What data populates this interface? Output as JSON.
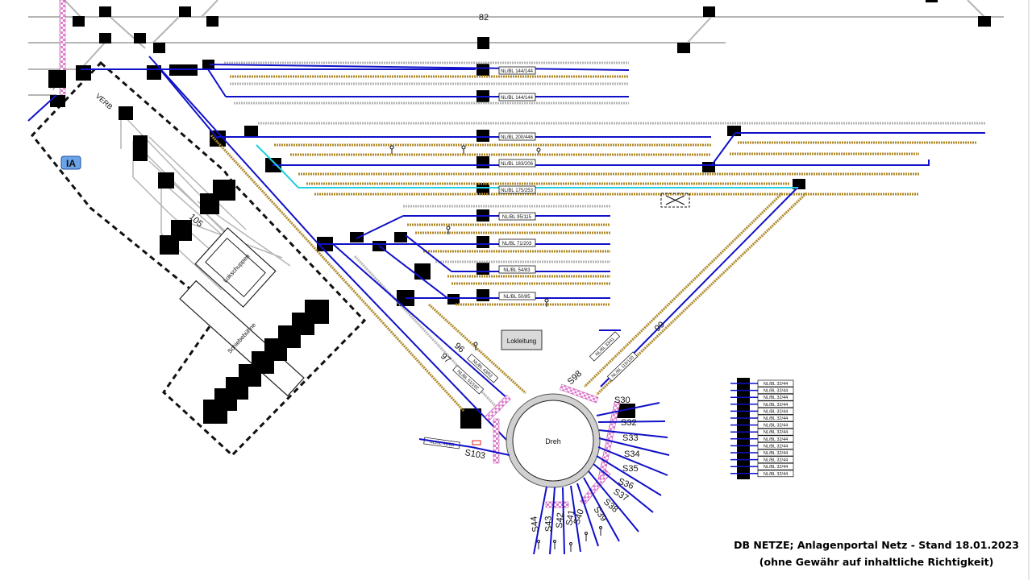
{
  "track_number_top": "82",
  "operating_area_badge": "IA",
  "area_label_verb": "VERB",
  "track_label_105": "105",
  "building_lokschuppen": "Lokschuppen",
  "building_schiebebuehne": "Schiebebühne",
  "box_lokleitung": "Lokleitung",
  "turntable_label": "Dreh",
  "small_track_number_left": "358",
  "track_labels_diagonal": {
    "t96": "96",
    "t97": "97",
    "t98": "S98",
    "t99": "99"
  },
  "track_nl_labels": [
    "NL/BL 144/144",
    "NL/BL 144/144",
    "NL/BL 200/446",
    "NL/BL 183/206",
    "NL/BL 175/253",
    "NL/BL 95/115",
    "NL/BL 71/203",
    "NL/BL 54/83",
    "NL/BL 50/85"
  ],
  "diagonal_nl_labels": [
    "NL/BL 43/53",
    "NL/BL 51/102",
    "NL/BL 41/83",
    "NL/BL 33/41",
    "NL/BL 115/120"
  ],
  "stall_labels_right": [
    "S30",
    "S32",
    "S33",
    "S34",
    "S35",
    "S36",
    "S37",
    "S38",
    "S39"
  ],
  "stall_labels_bottom": [
    "S40",
    "S41",
    "S42",
    "S43",
    "S44"
  ],
  "stall_label_left": "S103",
  "legend_row_label": "NL/BL 32/44",
  "legend_row_count": 14,
  "footer": {
    "line1": "DB NETZE; Anlagenportal Netz - Stand 18.01.2023",
    "line2": "(ohne Gewähr auf inhaltliche Richtigkeit)"
  },
  "colors": {
    "track_active": "#1010c8",
    "track_inactive": "#b9b9b9",
    "track_brown": "#b08a2a",
    "track_cyan": "#20d0e0",
    "hatch_pink": "#e080d0"
  }
}
